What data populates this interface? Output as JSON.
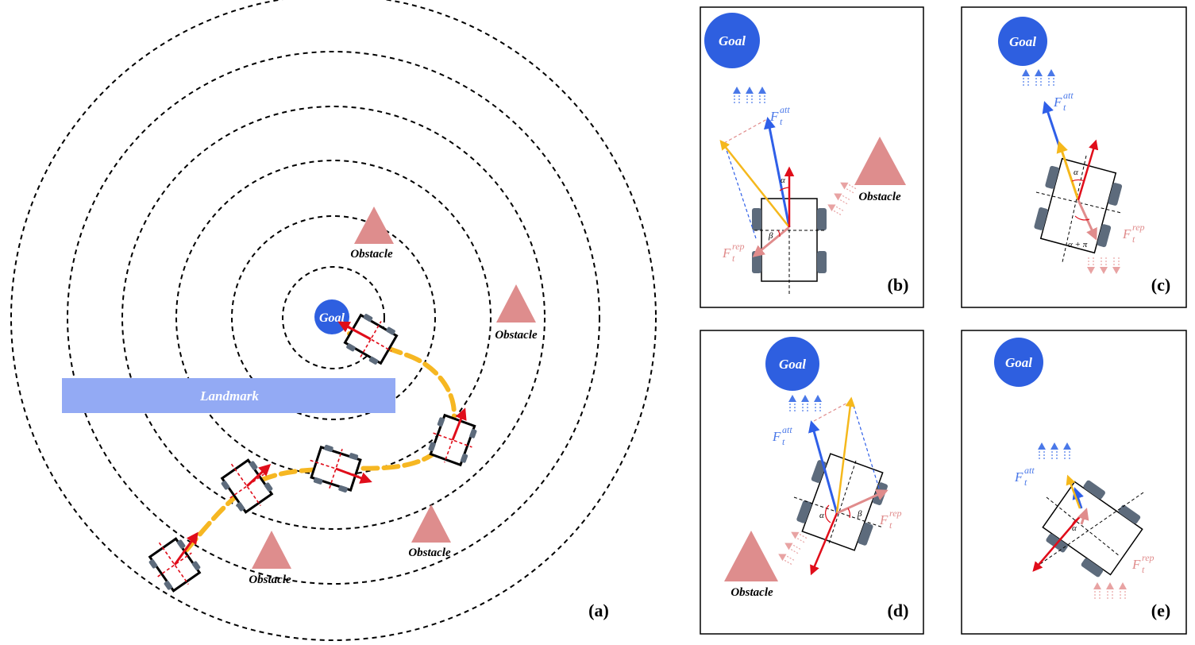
{
  "colors": {
    "goal": "#2e5fe0",
    "obstacle": "#de8d8d",
    "landmark": "#93aaf4",
    "path": "#f6b722",
    "heading": "#e00d1a",
    "attractive": "#2f5fe8",
    "repulsive": "#e08c8c",
    "resultant": "#f5b81c",
    "wheel": "#5d6b7c"
  },
  "labels": {
    "goal": "Goal",
    "obstacle": "Obstacle",
    "landmark": "Landmark",
    "f_att_base": "F",
    "f_att_sub": "t",
    "f_att_sup": "att",
    "f_rep_base": "F",
    "f_rep_sub": "t",
    "f_rep_sup": "rep",
    "alpha": "α",
    "beta": "β",
    "alpha_pi": "α + π"
  },
  "panels": {
    "a": "(a)",
    "b": "(b)",
    "c": "(c)",
    "d": "(d)",
    "e": "(e)"
  }
}
